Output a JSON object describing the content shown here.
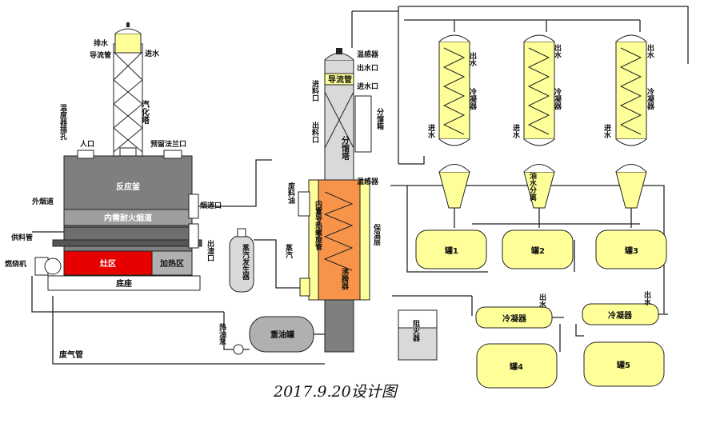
{
  "caption": "2017.9.20设计图",
  "labels": {
    "drain": "排水",
    "guide_pipe": "导流管",
    "water_in": "进水",
    "vaporize_tower": "汽化塔",
    "thermometer_hole": "温度器插孔",
    "manhole": "人口",
    "reserve_flange": "预留法兰口",
    "outer_flue": "外烟道",
    "reactor": "反应釜",
    "inner_flue": "内需耐火烟道",
    "feed_pipe": "供料管",
    "burner": "燃烧机",
    "fire_zone": "灶区",
    "heat_zone": "加热区",
    "base": "底座",
    "chimney_out": "烟道口",
    "slag_out": "出渣口",
    "steam_gen": "蒸汽发生器",
    "steam": "蒸汽",
    "slag_oil": "废料油",
    "feed_port": "进料口",
    "discharge_port": "出料口",
    "thermometer_top": "温感器",
    "water_out": "出水口",
    "water_in_port": "进水口",
    "guide_top": "导流管",
    "fractionate_tower": "分馏塔",
    "fractionate_box": "分馏箱",
    "thermometer_mid": "温感器",
    "inner_coil": "内置导热螺旋管",
    "boiling_coil": "沸腾器",
    "insulation": "保温层",
    "condenser": "冷凝器",
    "water_out_v": "出水",
    "water_in_v": "进水",
    "oil_water_sep": "油水分离",
    "tank1": "罐1",
    "tank2": "罐2",
    "tank3": "罐3",
    "tank4": "罐4",
    "tank5": "罐5",
    "condenser4": "冷凝器",
    "condenser5": "冷凝器",
    "out4": "出水",
    "out5": "出水",
    "fire_tank": "阻火器",
    "heavy_oil": "重油罐",
    "hot_oil_pump": "热油泵",
    "waste_gas": "废气管"
  },
  "colors": {
    "reactor": "#7f7f7f",
    "fire": "#e60000",
    "orange": "#f7944a",
    "vessel": "#ffff99",
    "tower_light": "#d9d9d9",
    "gray_dark": "#8c8c8c"
  }
}
